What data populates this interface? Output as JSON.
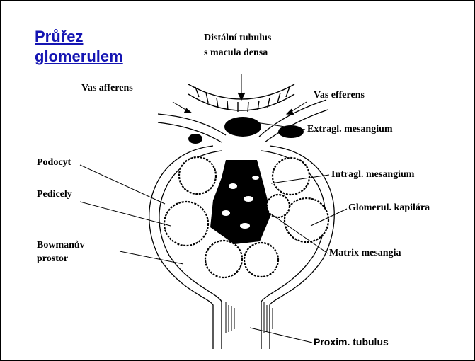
{
  "title": {
    "line1": "Průřez",
    "line2": "glomerulem"
  },
  "labels": {
    "distal_line1": "Distální tubulus",
    "distal_line2": "s macula densa",
    "vas_afferens": "Vas  afferens",
    "vas_efferens": "Vas efferens",
    "extragl": "Extragl. mesangium",
    "podocyt": "Podocyt",
    "intragl": "Intragl. mesangium",
    "pedicely": "Pedicely",
    "kapilara": "Glomerul. kapilára",
    "bowman_line1": "Bowmanův",
    "bowman_line2": "prostor",
    "matrix": "Matrix mesangia",
    "proxim": "Proxim. tubulus"
  },
  "colors": {
    "title": "#1515b3",
    "ink": "#000000",
    "background": "#ffffff"
  }
}
